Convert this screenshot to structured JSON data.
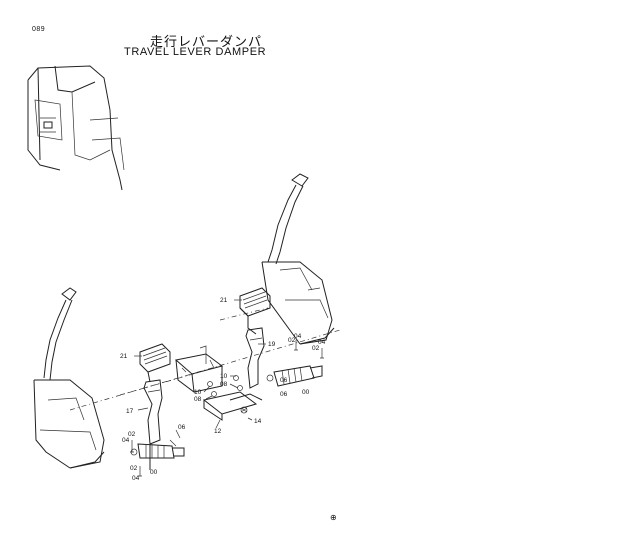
{
  "header": {
    "page_number": "089",
    "title_jp": "走行レバーダンパ",
    "title_en": "TRAVEL LEVER DAMPER"
  },
  "footer": {
    "mark": "⊕"
  },
  "callouts": [
    {
      "id": "l21a",
      "text": "21"
    },
    {
      "id": "l19",
      "text": "19"
    },
    {
      "id": "l21b",
      "text": "21"
    },
    {
      "id": "l17",
      "text": "17"
    },
    {
      "id": "l12",
      "text": "12"
    },
    {
      "id": "l14",
      "text": "14"
    },
    {
      "id": "l10a",
      "text": "10"
    },
    {
      "id": "l08a",
      "text": "08"
    },
    {
      "id": "l10b",
      "text": "10"
    },
    {
      "id": "l08b",
      "text": "08"
    },
    {
      "id": "l06a",
      "text": "06"
    },
    {
      "id": "l06b",
      "text": "06"
    },
    {
      "id": "l04a",
      "text": "04"
    },
    {
      "id": "l02a",
      "text": "02"
    },
    {
      "id": "l02b",
      "text": "02"
    },
    {
      "id": "l04b",
      "text": "04"
    },
    {
      "id": "l00a",
      "text": "00"
    },
    {
      "id": "l02c",
      "text": "02"
    },
    {
      "id": "l04c",
      "text": "04"
    },
    {
      "id": "l02d",
      "text": "02"
    },
    {
      "id": "l04d",
      "text": "04"
    },
    {
      "id": "l00b",
      "text": "00"
    },
    {
      "id": "l06c",
      "text": "06"
    }
  ]
}
